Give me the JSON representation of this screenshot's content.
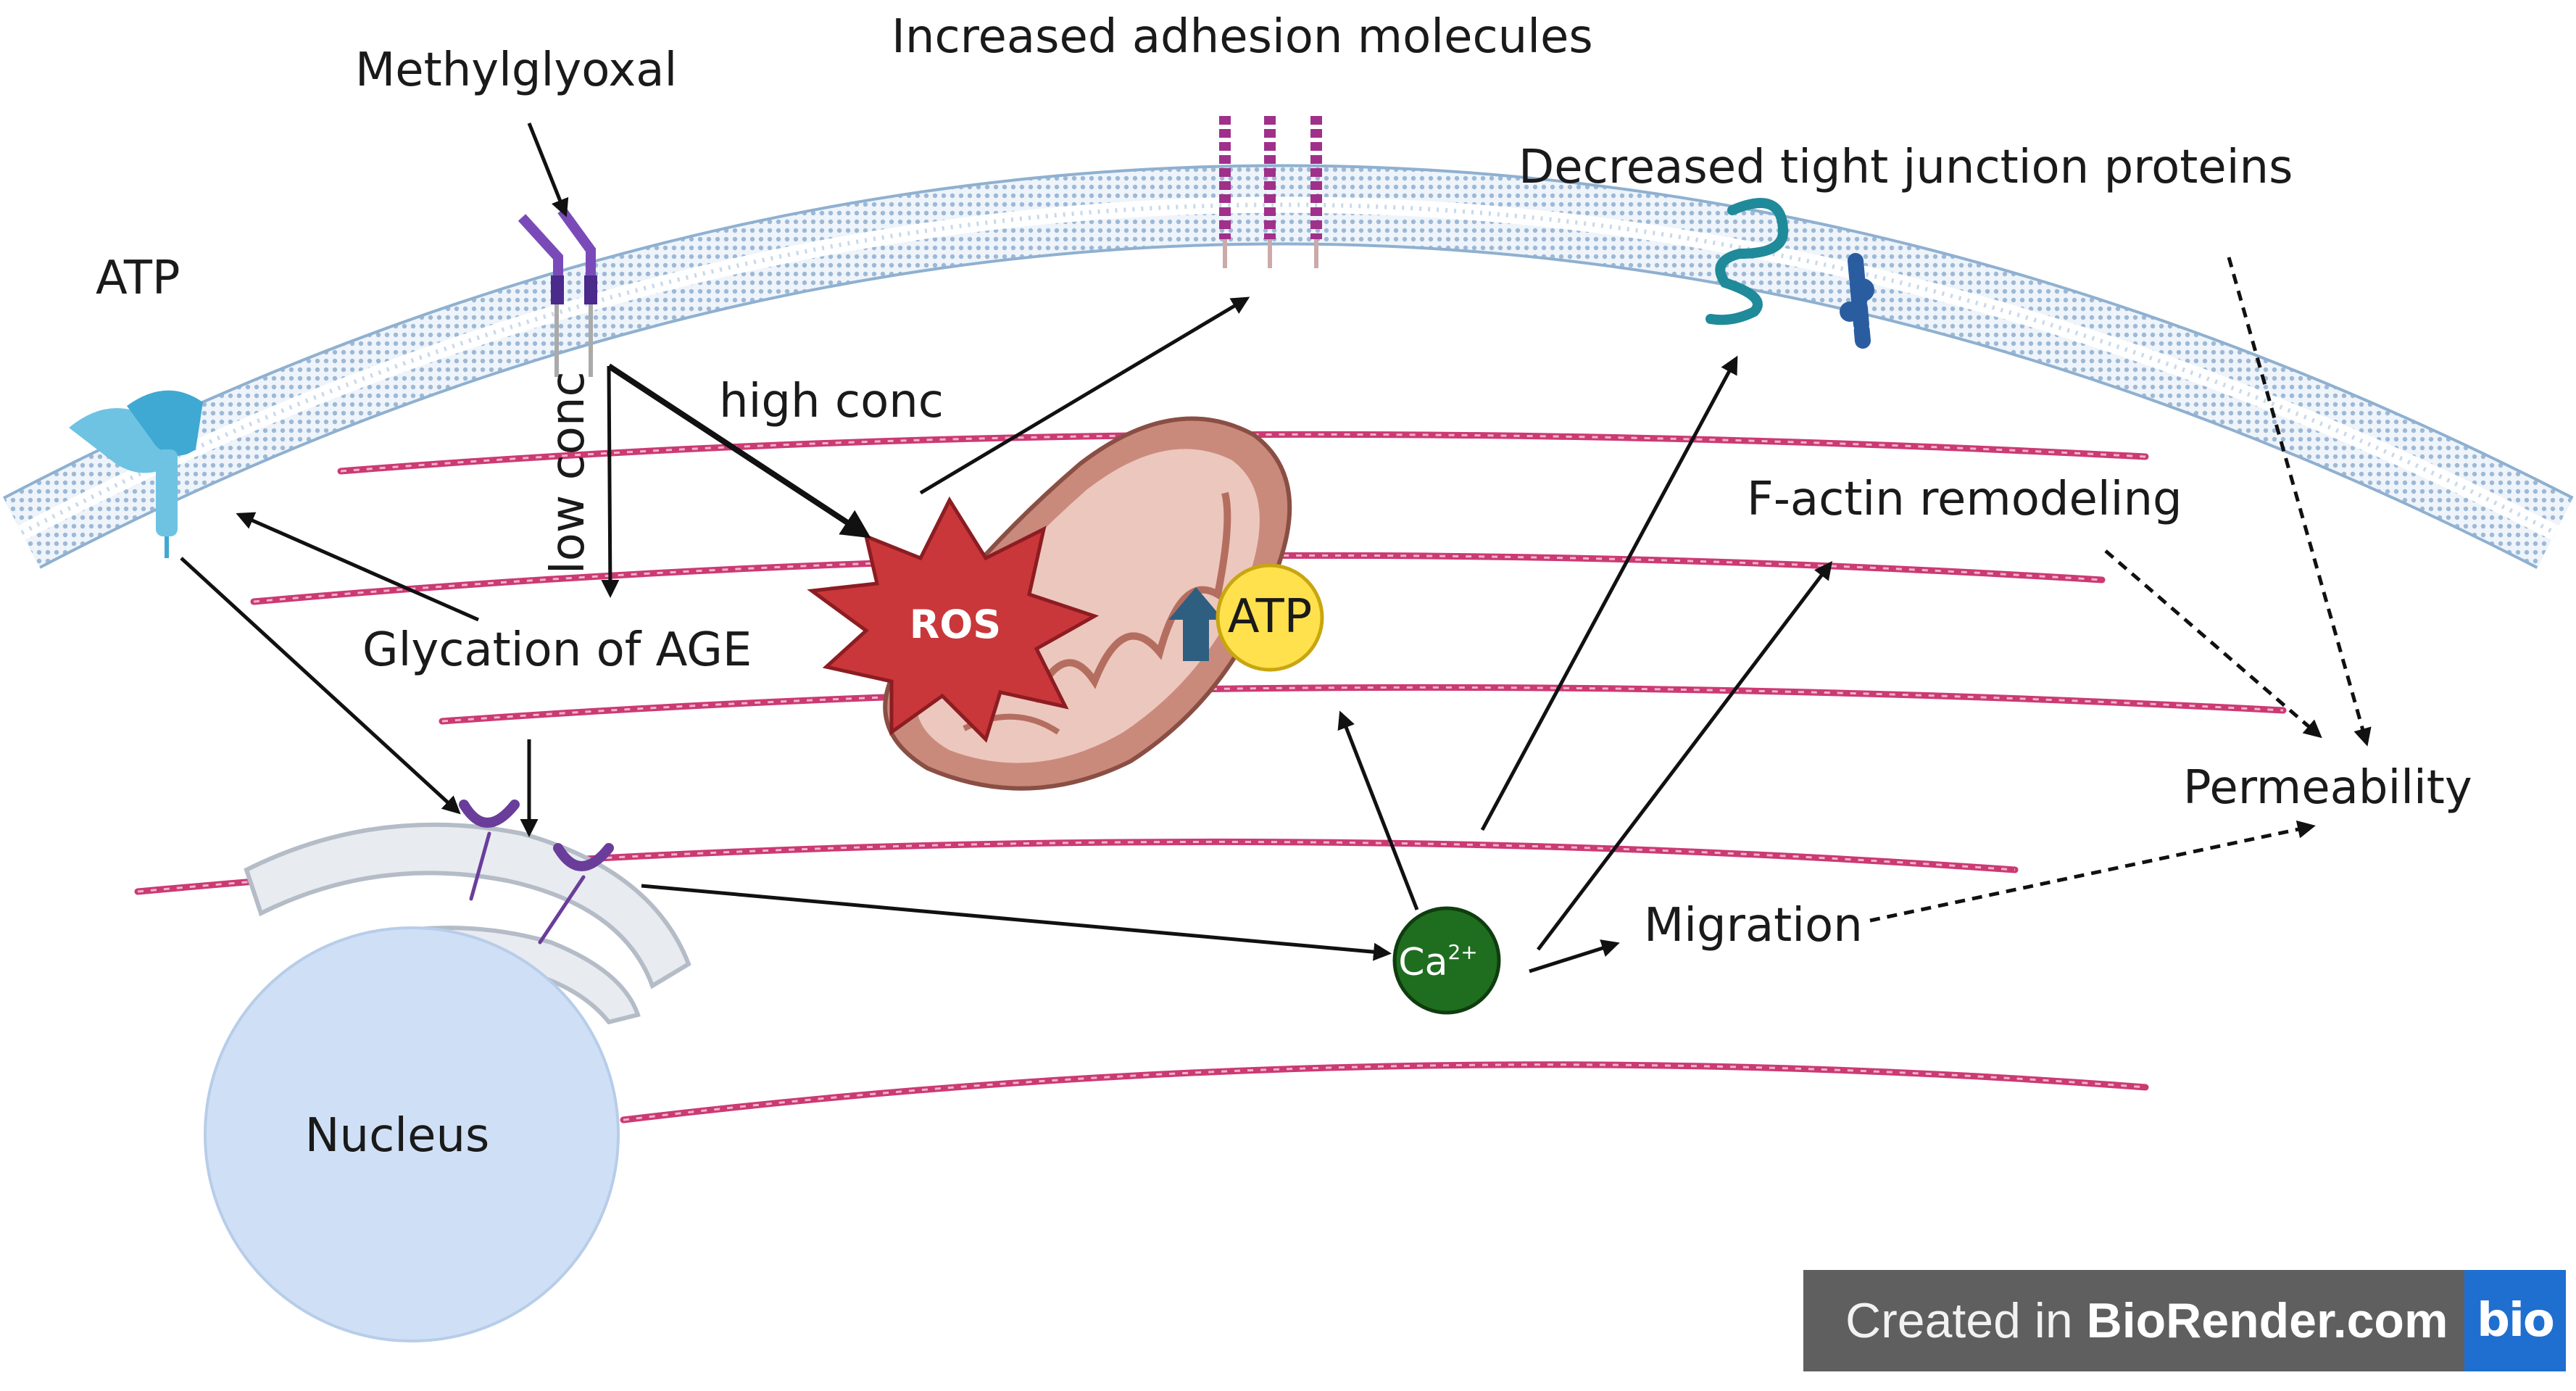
{
  "labels": {
    "methylglyoxal": "Methylglyoxal",
    "adhesion": "Increased adhesion molecules",
    "tight_junction": "Decreased tight junction proteins",
    "atp_receptor": "ATP",
    "high_conc": "high conc",
    "low_conc": "low conc",
    "glycation": "Glycation of AGE",
    "ros": "ROS",
    "atp_mito": "ATP",
    "f_actin": "F-actin remodeling",
    "permeability": "Permeability",
    "migration": "Migration",
    "calcium": "Ca",
    "calcium_sup": "2+",
    "nucleus": "Nucleus"
  },
  "watermark": {
    "text_prefix": "Created in ",
    "text_brand": "BioRender.com",
    "logo": "bio"
  },
  "colors": {
    "membrane": "#8fb0d0",
    "actin": "#c2185b",
    "ros": "#c9373a",
    "calcium": "#1f6e1f",
    "atp_circle": "#ffe14d",
    "nucleus": "#cfe0f6",
    "mitochondria": "#c98a7c",
    "biorender_blue": "#1e6fd0"
  }
}
